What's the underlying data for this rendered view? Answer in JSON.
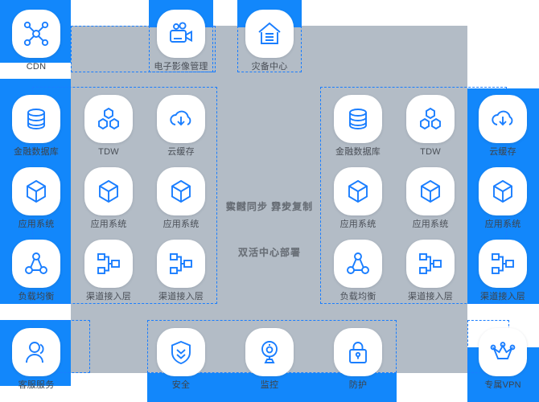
{
  "colors": {
    "accent": "#1287fb",
    "icon_stroke": "#1a7eff",
    "backdrop": "#b3bcc6",
    "zone_border": "#1a7eff",
    "tile": "#ffffff",
    "caption": "#4a4f57"
  },
  "center": {
    "line1": "实时同步  异步复制",
    "line1_overlay": "数据同步 容灾复制",
    "line2": "双活中心部署",
    "line2_overlay": "双活中心部署"
  },
  "top_row": [
    {
      "label": "CDN",
      "icon": "cdn-mesh-icon"
    },
    {
      "label": "电子影像管理",
      "icon": "video-camera-icon"
    },
    {
      "label": "灾备中心",
      "icon": "warehouse-icon"
    }
  ],
  "left_cluster": {
    "rows": [
      [
        {
          "label": "金融数据库",
          "icon": "database-icon"
        },
        {
          "label": "TDW",
          "icon": "hexagon-cluster-icon"
        },
        {
          "label": "云缓存",
          "icon": "cloud-download-icon"
        }
      ],
      [
        {
          "label": "应用系统",
          "icon": "cube-icon"
        },
        {
          "label": "应用系统",
          "icon": "cube-icon"
        },
        {
          "label": "应用系统",
          "icon": "cube-icon"
        }
      ],
      [
        {
          "label": "负载均衡",
          "icon": "load-balancer-icon"
        },
        {
          "label": "渠道接入层",
          "icon": "org-tree-icon"
        },
        {
          "label": "渠道接入层",
          "icon": "org-tree-icon"
        }
      ]
    ]
  },
  "right_cluster": {
    "rows": [
      [
        {
          "label": "金融数据库",
          "icon": "database-icon"
        },
        {
          "label": "TDW",
          "icon": "hexagon-cluster-icon"
        },
        {
          "label": "云缓存",
          "icon": "cloud-download-icon"
        }
      ],
      [
        {
          "label": "应用系统",
          "icon": "cube-icon"
        },
        {
          "label": "应用系统",
          "icon": "cube-icon"
        },
        {
          "label": "应用系统",
          "icon": "cube-icon"
        }
      ],
      [
        {
          "label": "负载均衡",
          "icon": "load-balancer-icon"
        },
        {
          "label": "渠道接入层",
          "icon": "org-tree-icon"
        },
        {
          "label": "渠道接入层",
          "icon": "org-tree-icon"
        }
      ]
    ]
  },
  "bottom_row": [
    {
      "label": "客服服务",
      "icon": "user-person-icon"
    },
    {
      "label": "安全",
      "icon": "shield-chevron-icon"
    },
    {
      "label": "监控",
      "icon": "camera-monitor-icon"
    },
    {
      "label": "防护",
      "icon": "lock-icon"
    },
    {
      "label": "专属VPN",
      "icon": "crown-icon"
    }
  ]
}
